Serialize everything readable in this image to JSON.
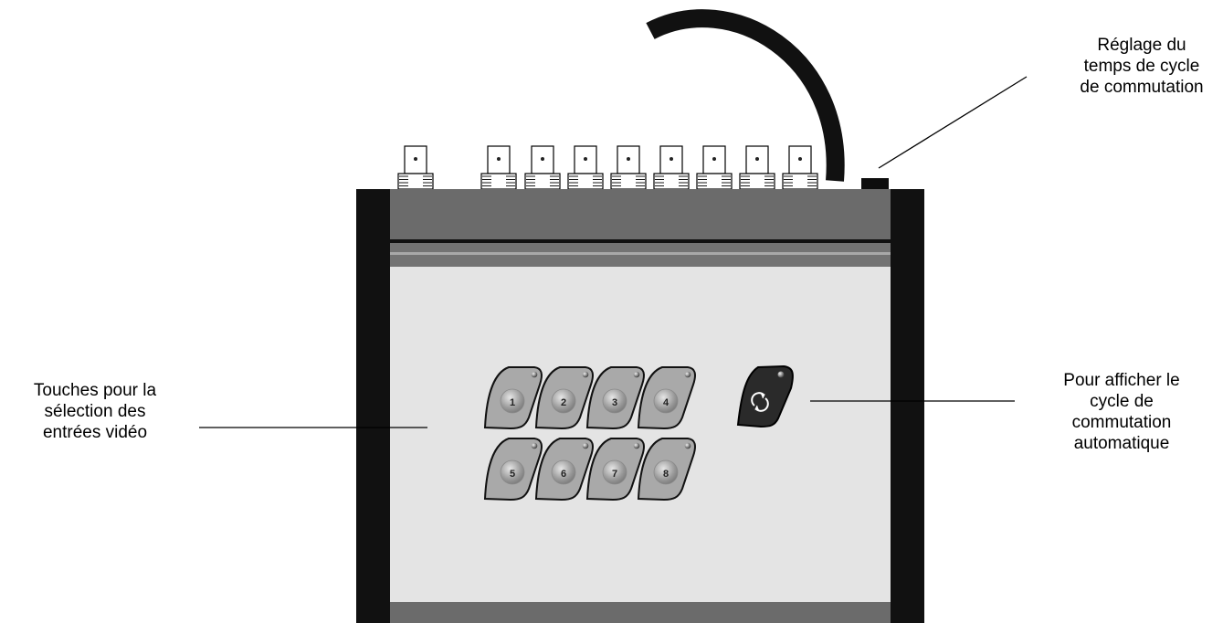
{
  "callouts": {
    "cycle_time_adjust": "Réglage du\ntemps de cycle\nde commutation",
    "input_select_keys": "Touches pour la\nsélection des\nentrées vidéo",
    "auto_cycle_display": "Pour afficher le\ncycle de\ncommutation\nautomatique"
  },
  "keys": [
    {
      "number": "1",
      "row": 1
    },
    {
      "number": "2",
      "row": 1
    },
    {
      "number": "3",
      "row": 1
    },
    {
      "number": "4",
      "row": 1
    },
    {
      "number": "5",
      "row": 2
    },
    {
      "number": "6",
      "row": 2
    },
    {
      "number": "7",
      "row": 2
    },
    {
      "number": "8",
      "row": 2
    }
  ],
  "cycle_key": {
    "icon": "cycle-arrows-icon"
  },
  "bnc_connectors": {
    "count": 9
  },
  "colors": {
    "chassis_dark": "#6b6b6b",
    "panel_face": "#e4e4e4",
    "side_rails": "#111111",
    "key_fill": "#a9a9a9",
    "cycle_key_fill": "#2a2a2a"
  }
}
